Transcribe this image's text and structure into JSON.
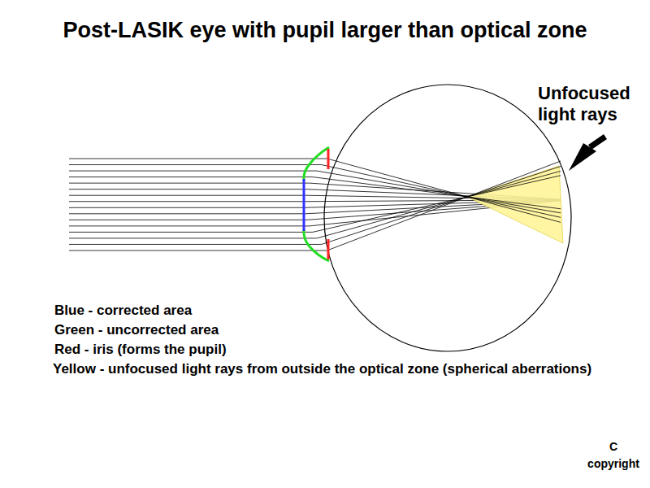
{
  "diagram": {
    "title": "Post-LASIK eye with pupil larger than optical zone",
    "labels": [
      "Unfocused light rays",
      "C",
      "copyright"
    ],
    "legend": [
      {
        "text": "Blue - corrected area"
      },
      {
        "text": "Green - uncorrected area"
      },
      {
        "text": "Red - iris (forms the pupil)"
      },
      {
        "text": "Yellow - unfocused light rays from outside the optical zone (spherical aberrations)"
      }
    ]
  }
}
